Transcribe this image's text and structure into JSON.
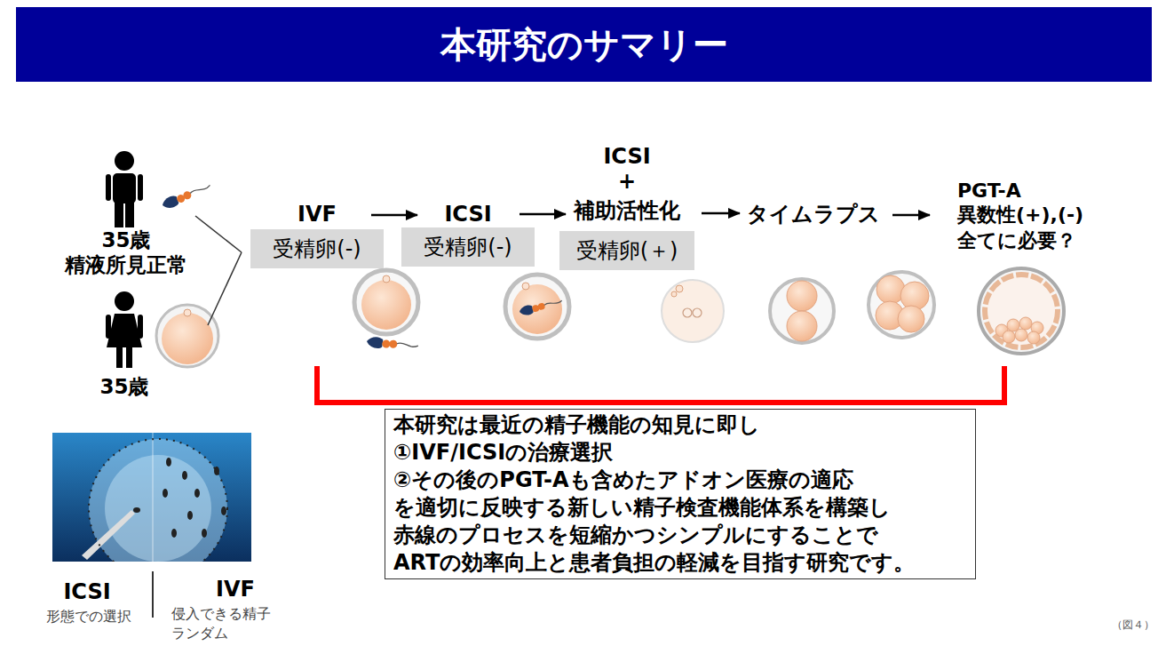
{
  "diagram": {
    "title": "本研究のサマリー",
    "nodes": [
      {
        "text": [
          "IVF",
          "受精卵(-)"
        ]
      },
      {
        "text": [
          "ICSI",
          "受精卵(-)"
        ]
      },
      {
        "text": [
          "ICSI",
          "+",
          "補助活性化",
          "受精卵(＋)"
        ]
      },
      {
        "text": [
          "タイムラプス"
        ]
      },
      {
        "text": [
          "PGT-A",
          "異数性(+),(-)",
          "全てに必要？"
        ]
      },
      {
        "text": [
          "本研究は最近の精子機能の知見に即し",
          "①IVF/ICSIの治療選択",
          "②その後のPGT-Aも含めたアドオン医療の適応",
          "を適切に反映する新しい精子検査機能体系を構築し",
          "赤線のプロセスを短縮かつシンプルにすることで",
          "ARTの効率向上と患者負担の軽減を目指す研究です。"
        ]
      }
    ],
    "edges": [
      {
        "from": 0,
        "to": 1,
        "arrow": "to"
      },
      {
        "from": 1,
        "to": 2,
        "arrow": "to"
      },
      {
        "from": 2,
        "to": 3,
        "arrow": "to"
      },
      {
        "from": 3,
        "to": 4,
        "arrow": "to"
      }
    ],
    "labels": [
      "35歳 精液所見正常",
      "35歳",
      "ICSI",
      "形態での選択",
      "IVF",
      "侵入できる精子 ランダム",
      "（図４）"
    ]
  }
}
